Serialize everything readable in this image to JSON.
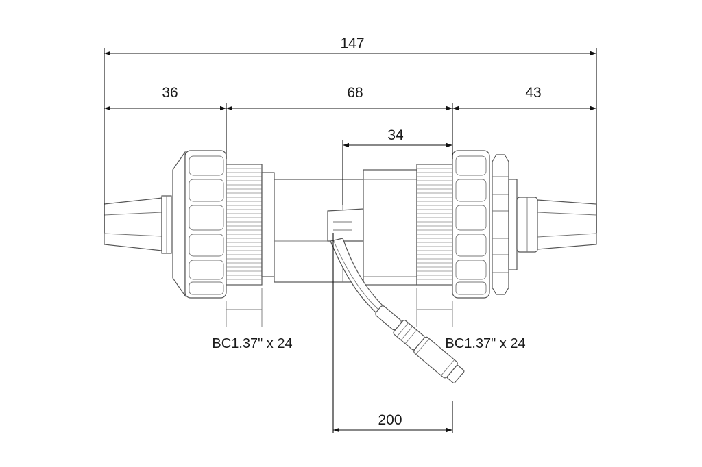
{
  "dimensions": {
    "overall_length": "147",
    "left_section": "36",
    "middle_section": "68",
    "right_section": "43",
    "cable_offset": "34",
    "cable_length": "200"
  },
  "thread_labels": {
    "left": "BC1.37\" x 24",
    "right": "BC1.37\" x 24"
  },
  "colors": {
    "line": "#111111",
    "part_outline": "#555555",
    "background": "#ffffff"
  }
}
